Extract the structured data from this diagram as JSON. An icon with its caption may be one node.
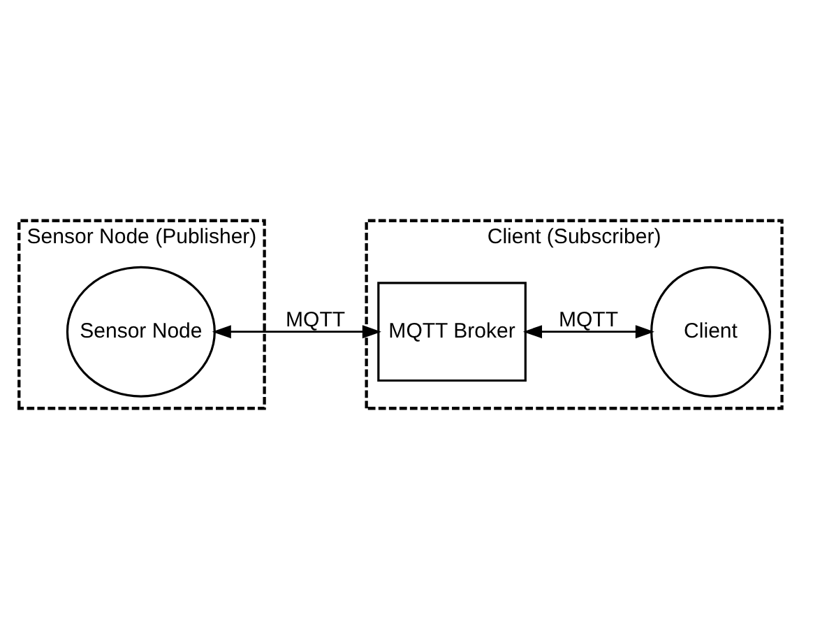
{
  "diagram": {
    "nodes": [
      {
        "text": [
          "Sensor Node (Publisher)"
        ]
      },
      {
        "text": [
          "Sensor Node"
        ],
        "in": 0
      },
      {
        "text": [
          "Client (Subscriber)"
        ]
      },
      {
        "text": [
          "MQTT Broker"
        ],
        "in": 2
      },
      {
        "text": [
          "Client"
        ],
        "in": 2
      }
    ],
    "edges": [
      {
        "from": 1,
        "to": 3,
        "arrow": "both",
        "label": "MQTT"
      },
      {
        "from": 3,
        "to": 4,
        "arrow": "both",
        "label": "MQTT"
      }
    ]
  }
}
